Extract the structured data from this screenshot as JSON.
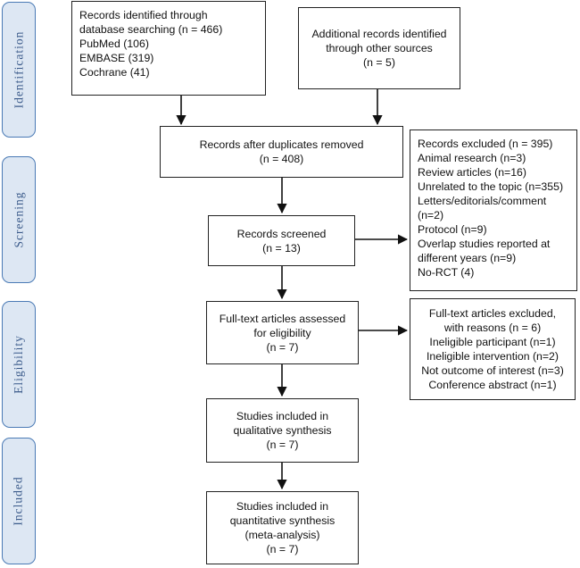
{
  "phases": {
    "identification": "Identification",
    "screening": "Screening",
    "eligibility": "Eligibility",
    "included": "Included"
  },
  "boxes": {
    "database": [
      "Records identified through",
      "database searching (n = 466)",
      "PubMed (106)",
      "EMBASE (319)",
      "Cochrane (41)"
    ],
    "other_sources": [
      "Additional records identified",
      "through other sources",
      "(n = 5)"
    ],
    "after_duplicates": [
      "Records after duplicates removed",
      "(n = 408)"
    ],
    "excluded_records": [
      "Records excluded (n = 395)",
      "Animal research (n=3)",
      "Review articles (n=16)",
      "Unrelated to the topic (n=355)",
      "Letters/editorials/comment",
      "(n=2)",
      "Protocol (n=9)",
      "Overlap studies reported at",
      "different years (n=9)",
      "No-RCT (4)"
    ],
    "screened": [
      "Records screened",
      "(n = 13)"
    ],
    "fulltext": [
      "Full-text articles assessed",
      "for eligibility",
      "(n = 7)"
    ],
    "fulltext_excluded": [
      "Full-text articles excluded,",
      "with reasons (n = 6)",
      "Ineligible participant (n=1)",
      "Ineligible intervention (n=2)",
      "Not outcome of interest (n=3)",
      "Conference abstract (n=1)"
    ],
    "qualitative": [
      "Studies included in",
      "qualitative synthesis",
      "(n = 7)"
    ],
    "quantitative": [
      "Studies included in",
      "quantitative synthesis",
      "(meta-analysis)",
      "(n = 7)"
    ]
  }
}
